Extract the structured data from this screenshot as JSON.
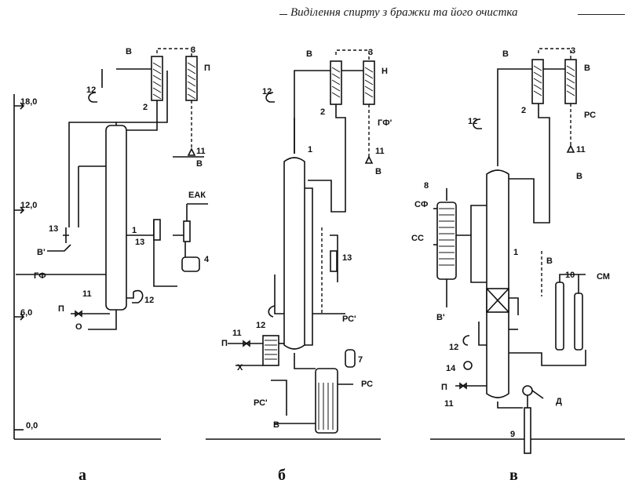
{
  "header": {
    "title": "Виділення спирту з бражки та його очистка"
  },
  "panel_a": {
    "caption": "а",
    "levels": [
      "18,0",
      "12,0",
      "6,0",
      "0,0"
    ],
    "streams": {
      "water_top": "В",
      "water_in": "В'",
      "head_fraction": "ГФ",
      "steam": "П",
      "outlet": "О",
      "eak": "ЕАК"
    },
    "numbers": {
      "column": "1",
      "dephlegmator": "2",
      "condenser": "3",
      "cooler": "4",
      "cond_label": "П",
      "valve_11_top": "11",
      "valve_11_bottom": "11",
      "trap_12_top": "12",
      "trap_12_bottom": "12",
      "lantern_13_left": "13",
      "lantern_13_right": "13",
      "cooler_water": "В"
    }
  },
  "panel_b": {
    "caption": "б",
    "streams": {
      "water_top": "В",
      "head_fraction": "ГФ'",
      "steam": "П",
      "x": "Х",
      "rs1": "РС'",
      "rs2": "РС'",
      "rs": "РС",
      "water_bottom": "В"
    },
    "numbers": {
      "column": "1",
      "dephlegmator": "2",
      "condenser": "3",
      "cond_label": "Н",
      "valve_11_top": "11",
      "valve_11_bottom": "11",
      "valve_water": "В",
      "trap_12_top": "12",
      "trap_12_bottom": "12",
      "lantern_13": "13",
      "tank_7": "7"
    }
  },
  "panel_v": {
    "caption": "в",
    "streams": {
      "water_top": "В",
      "rs": "РС",
      "sf": "СФ",
      "ss": "СС",
      "water_left": "В'",
      "water_mid": "В",
      "sm": "СМ",
      "steam": "П",
      "d": "Д"
    },
    "numbers": {
      "column": "1",
      "dephlegmator": "2",
      "condenser": "3",
      "cond_label": "В",
      "valve_11_top": "11",
      "valve_11_bottom": "11",
      "valve_water": "В",
      "trap_12_top": "12",
      "trap_12_bottom": "12",
      "exchanger_8": "8",
      "pump_9": "9",
      "separator_10": "10",
      "unit_14": "14"
    }
  }
}
